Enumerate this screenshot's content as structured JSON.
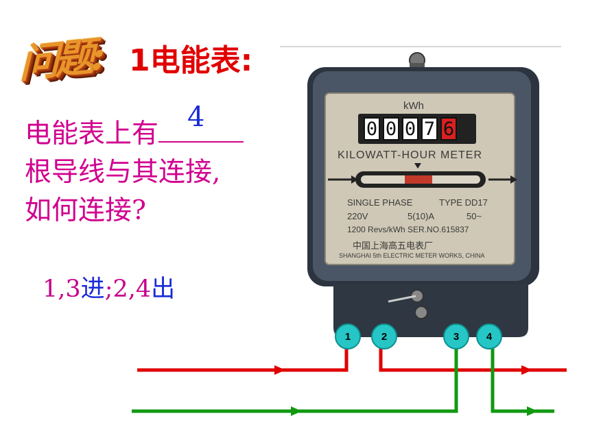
{
  "slide": {
    "wordart": "问题:",
    "title": "1电能表:"
  },
  "question": {
    "line1_prefix": "电能表上有",
    "blank_answer": "4",
    "line2": "根导线与其连接,",
    "line3": "如何连接?"
  },
  "answer": {
    "part1": "1,3",
    "part2": "进",
    "part3": ";2,4",
    "part4": "出"
  },
  "meter": {
    "unit": "kWh",
    "digits": [
      "0",
      "0",
      "0",
      "7",
      "6"
    ],
    "name": "KILOWATT-HOUR METER",
    "spec_line1_a": "SINGLE PHASE",
    "spec_line1_b": "TYPE DD17",
    "spec_line2_a": "220V",
    "spec_line2_b": "5(10)A",
    "spec_line2_c": "50~",
    "spec_line3": "1200 Revs/kWh SER.NO.615837",
    "maker_cn": "中国上海高五电表厂",
    "maker_en": "SHANGHAI 5th ELECTRIC METER WORKS, CHINA"
  },
  "terminals": [
    "1",
    "2",
    "3",
    "4"
  ],
  "colors": {
    "live_wire": "#e00000",
    "neutral_wire": "#119911",
    "terminal": "#26c6c6",
    "question_text": "#d1008f",
    "answer_blue": "#1a2bd8"
  }
}
